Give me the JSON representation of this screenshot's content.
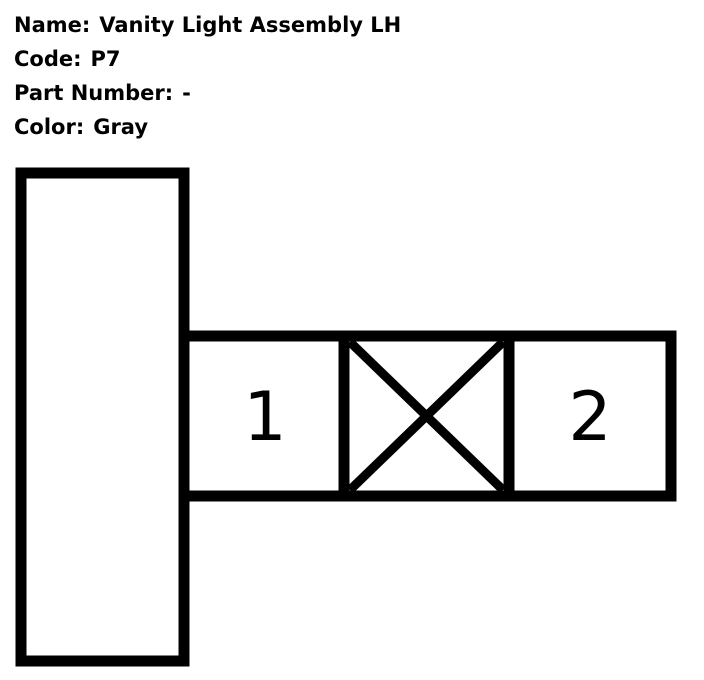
{
  "connector": {
    "name_label": "Name:",
    "name_value": "Vanity Light Assembly LH",
    "code_label": "Code:",
    "code_value": "P7",
    "part_number_label": "Part Number:",
    "part_number_value": "-",
    "color_label": "Color:",
    "color_value": "Gray"
  },
  "diagram": {
    "pins": [
      {
        "label": "1"
      },
      {
        "label": "X"
      },
      {
        "label": "2"
      }
    ],
    "stroke_color": "#000000",
    "fill_color": "#ffffff"
  }
}
